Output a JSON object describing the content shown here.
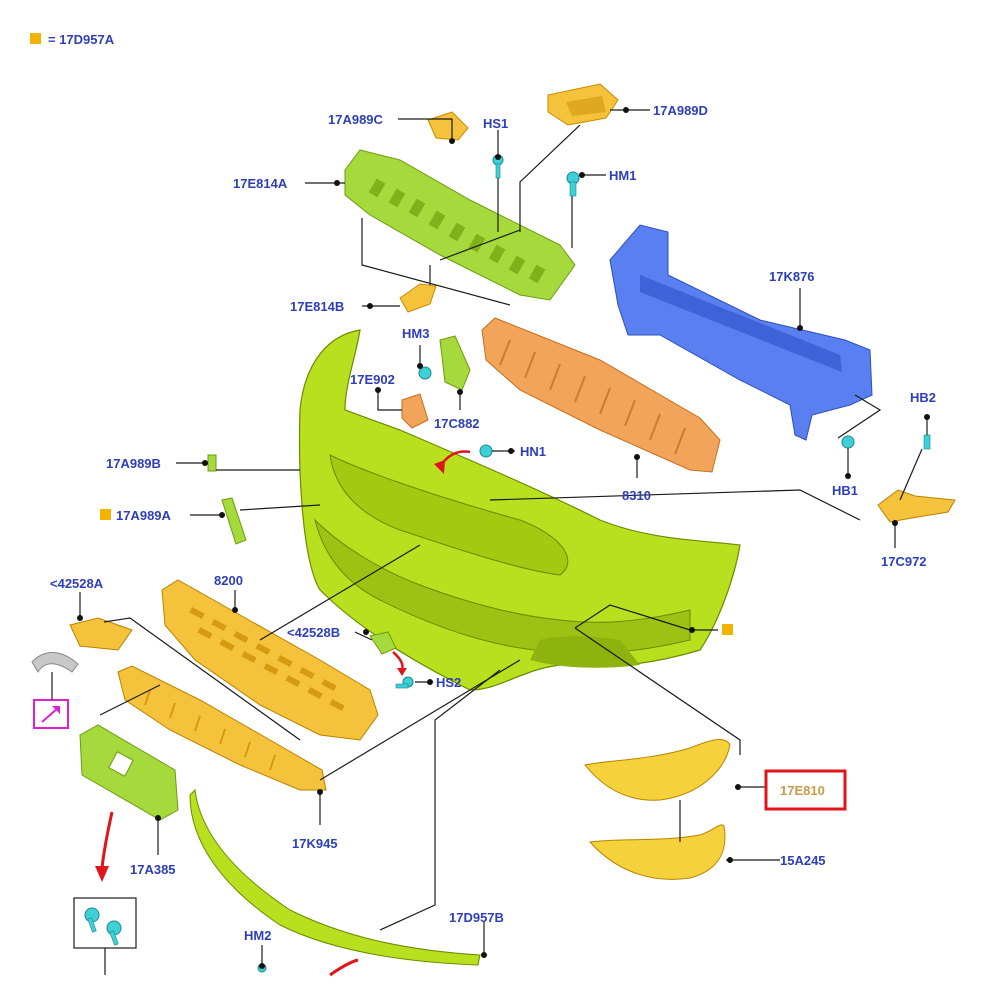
{
  "legend": {
    "swatch_color": "#f2b400",
    "text": "= 17D957A"
  },
  "colors": {
    "label": "#2d3fb8",
    "bumper": "#b8e01e",
    "bracket_green": "#9fd63a",
    "reinforcement_blue": "#5a7ff0",
    "absorber_orange": "#f2a55a",
    "grille_yellow": "#f5c23c",
    "clip_cyan": "#3fd0d6",
    "highlight_red": "#e0141b",
    "highlight_magenta": "#e020d0"
  },
  "labels": {
    "p17A989C": "17A989C",
    "pHS1": "HS1",
    "p17A989D": "17A989D",
    "p17E814A": "17E814A",
    "pHM1": "HM1",
    "p17K876": "17K876",
    "p17E814B": "17E814B",
    "pHM3": "HM3",
    "p17E902": "17E902",
    "p17C882": "17C882",
    "pHN1": "HN1",
    "pHB2": "HB2",
    "p17A989B": "17A989B",
    "p8310": "8310",
    "pHB1": "HB1",
    "p17A989A": "17A989A",
    "p17C972": "17C972",
    "p8200": "8200",
    "p42528A": "<42528A",
    "p42528B": "<42528B",
    "pHS2": "HS2",
    "p17E810": "17E810",
    "p17K945": "17K945",
    "p15A245": "15A245",
    "p17A385": "17A385",
    "p17D957B": "17D957B",
    "pHM2": "HM2"
  },
  "icons": {
    "legend": "orange-square-icon",
    "link": "arrow-link-icon",
    "red_arrow": "red-arrow-icon"
  }
}
